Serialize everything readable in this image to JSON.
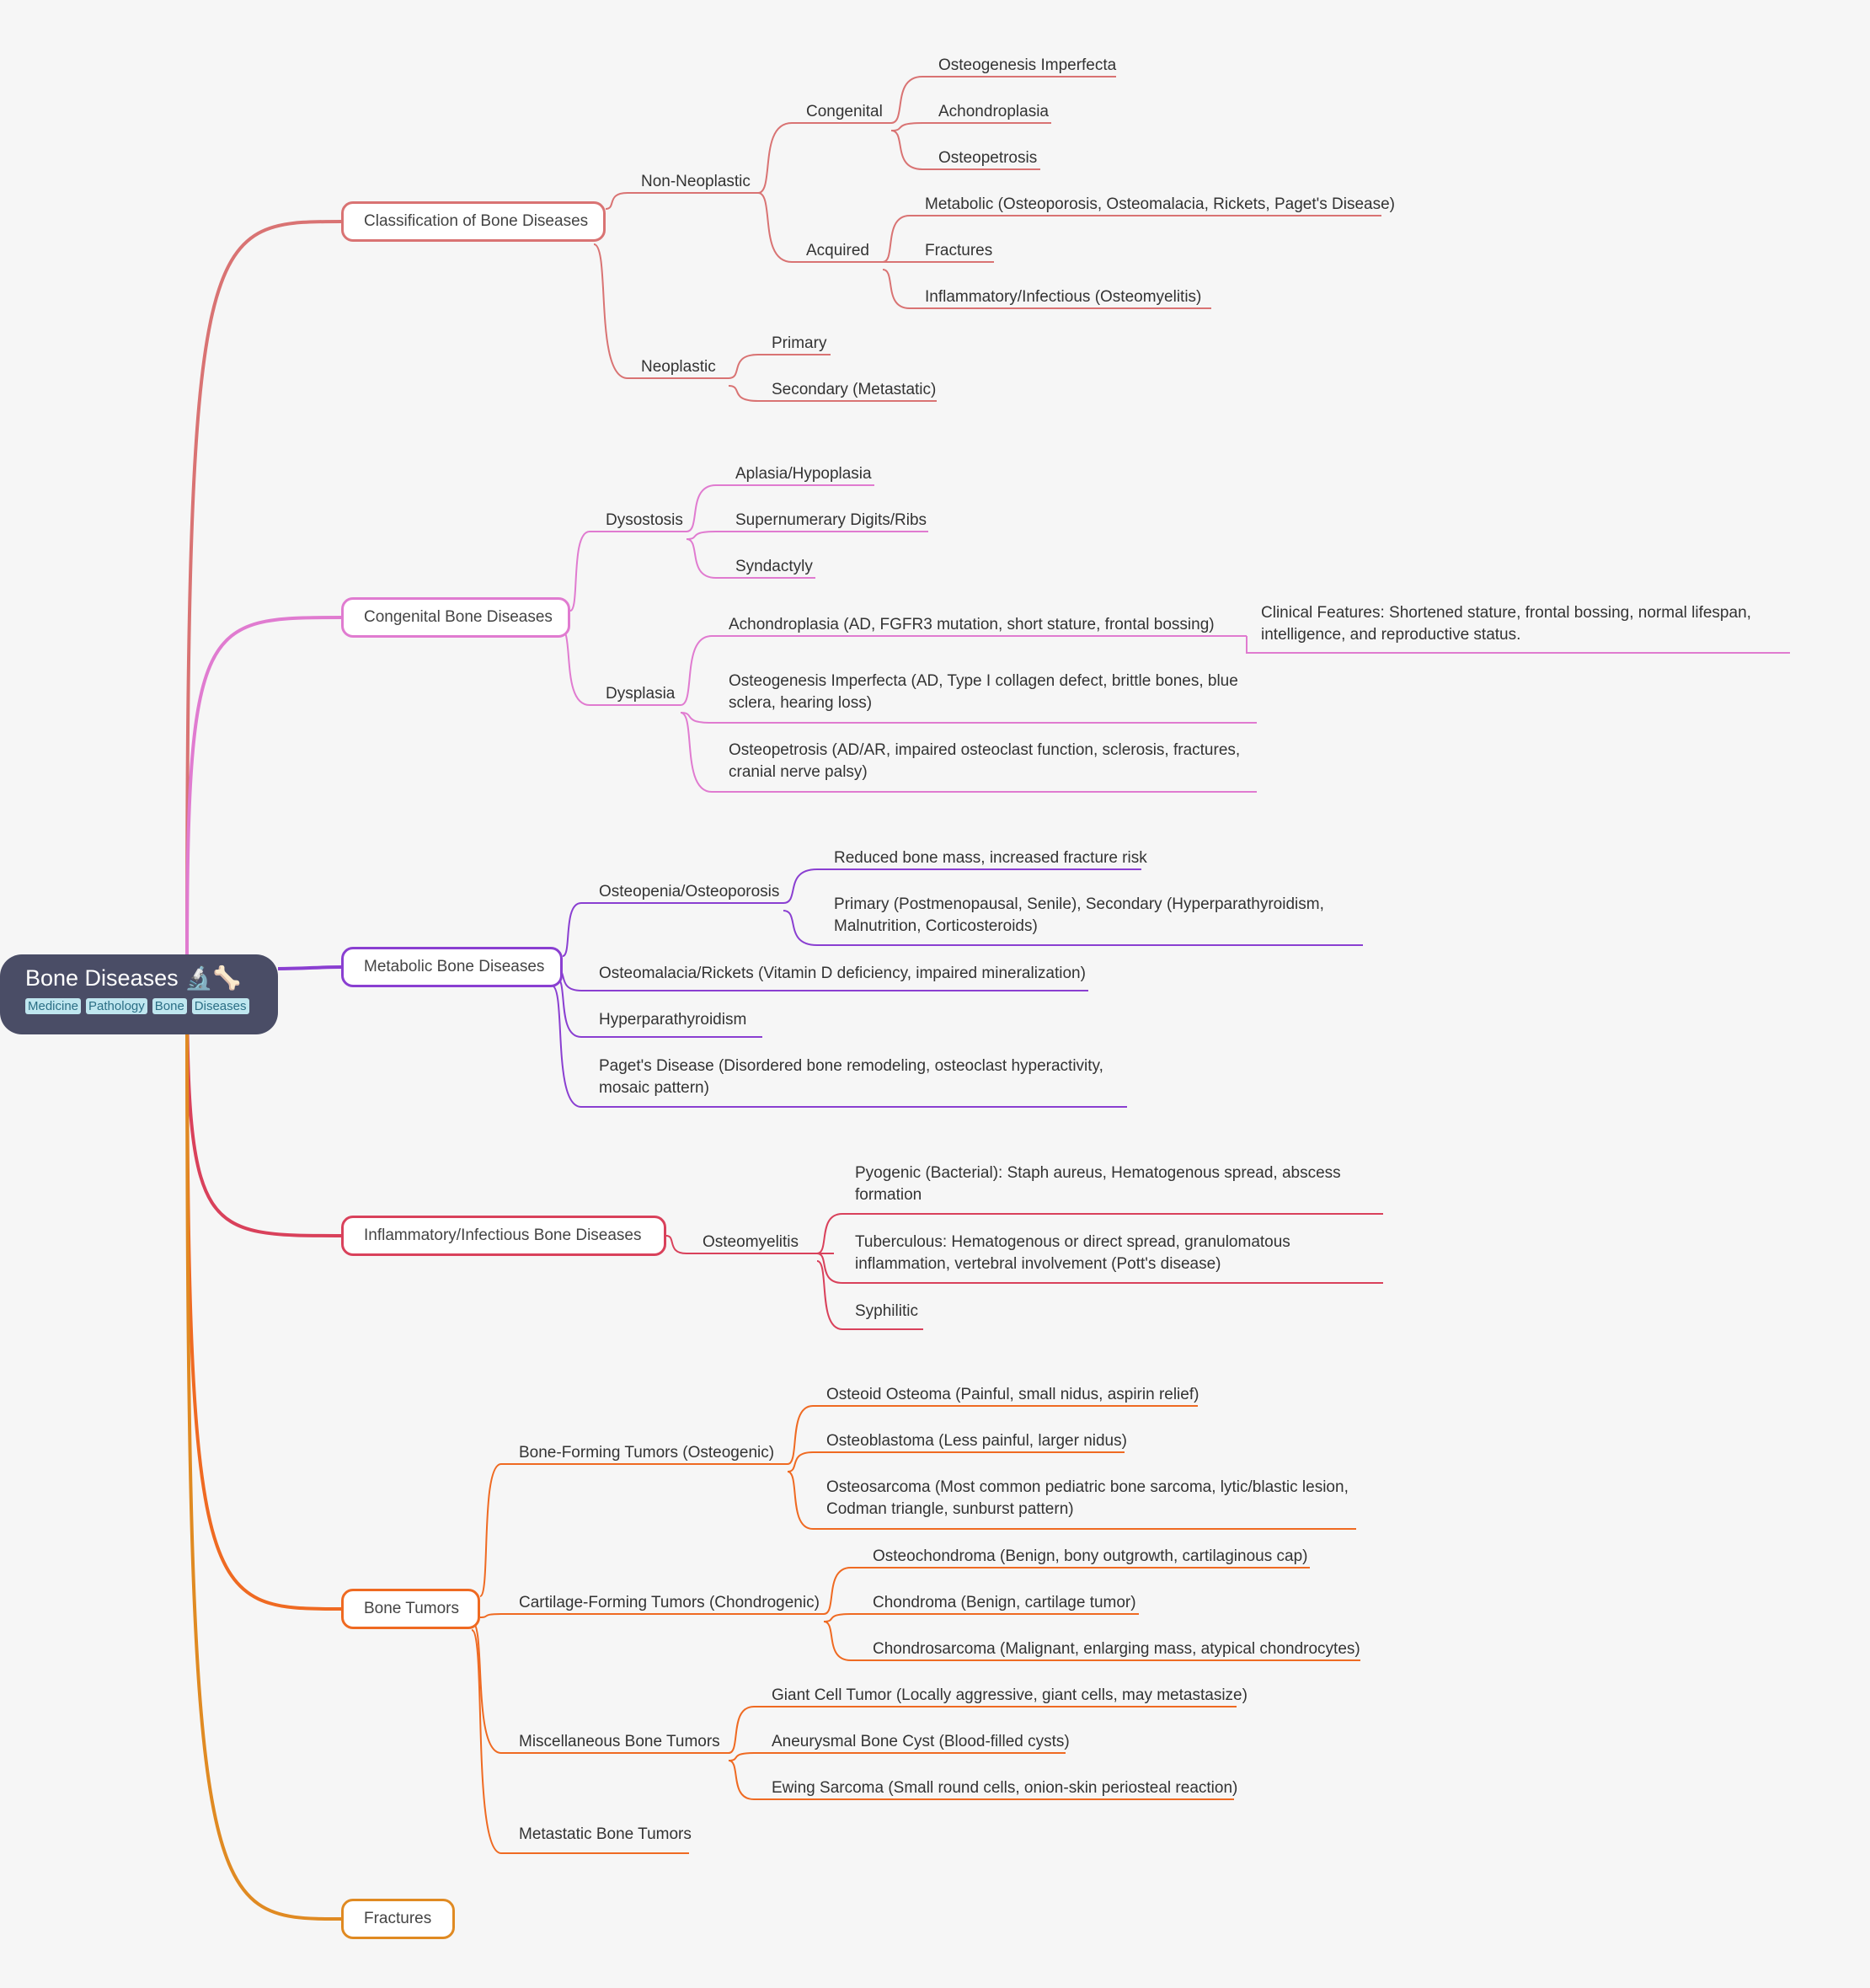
{
  "colors": {
    "background": "#f6f6f6",
    "root": "#4a4d66",
    "classification": "#d97373",
    "congenital": "#e07bd0",
    "metabolic": "#8a3fd1",
    "inflammatory": "#d9415b",
    "tumors": "#ef6a22",
    "fractures": "#e08a22"
  },
  "root": {
    "title": "Bone Diseases 🔬🦴",
    "tags": [
      "Medicine",
      "Pathology",
      "Bone",
      "Diseases"
    ]
  },
  "branches": [
    {
      "label": "Classification of Bone Diseases",
      "children": [
        {
          "label": "Non-Neoplastic",
          "children": [
            {
              "label": "Congenital",
              "children": [
                "Osteogenesis Imperfecta",
                "Achondroplasia",
                "Osteopetrosis"
              ]
            },
            {
              "label": "Acquired",
              "children": [
                "Metabolic (Osteoporosis, Osteomalacia, Rickets, Paget's Disease)",
                "Fractures",
                "Inflammatory/Infectious (Osteomyelitis)"
              ]
            }
          ]
        },
        {
          "label": "Neoplastic",
          "children": [
            "Primary",
            "Secondary (Metastatic)"
          ]
        }
      ]
    },
    {
      "label": "Congenital Bone Diseases",
      "children": [
        {
          "label": "Dysostosis",
          "children": [
            "Aplasia/Hypoplasia",
            "Supernumerary Digits/Ribs",
            "Syndactyly"
          ]
        },
        {
          "label": "Dysplasia",
          "children": [
            "Achondroplasia (AD, FGFR3 mutation, short stature, frontal bossing)",
            "Osteogenesis Imperfecta (AD, Type I collagen defect, brittle bones, blue sclera, hearing loss)",
            "Osteopetrosis (AD/AR, impaired osteoclast function, sclerosis, fractures, cranial nerve palsy)"
          ],
          "detail": "Clinical Features: Shortened stature, frontal bossing, normal lifespan, intelligence, and reproductive status."
        }
      ]
    },
    {
      "label": "Metabolic Bone Diseases",
      "children": [
        {
          "label": "Osteopenia/Osteoporosis",
          "children": [
            "Reduced bone mass, increased fracture risk",
            "Primary (Postmenopausal, Senile), Secondary (Hyperparathyroidism, Malnutrition, Corticosteroids)"
          ]
        },
        "Osteomalacia/Rickets (Vitamin D deficiency, impaired mineralization)",
        "Hyperparathyroidism",
        "Paget's Disease (Disordered bone remodeling, osteoclast hyperactivity, mosaic pattern)"
      ]
    },
    {
      "label": "Inflammatory/Infectious Bone Diseases",
      "children": [
        {
          "label": "Osteomyelitis",
          "children": [
            "Pyogenic (Bacterial): Staph aureus, Hematogenous spread, abscess formation",
            "Tuberculous: Hematogenous or direct spread, granulomatous inflammation, vertebral involvement (Pott's disease)",
            "Syphilitic"
          ]
        }
      ]
    },
    {
      "label": "Bone Tumors",
      "children": [
        {
          "label": "Bone-Forming Tumors (Osteogenic)",
          "children": [
            "Osteoid Osteoma (Painful, small nidus, aspirin relief)",
            "Osteoblastoma (Less painful, larger nidus)",
            "Osteosarcoma (Most common pediatric bone sarcoma, lytic/blastic lesion, Codman triangle, sunburst pattern)"
          ]
        },
        {
          "label": "Cartilage-Forming Tumors (Chondrogenic)",
          "children": [
            "Osteochondroma (Benign, bony outgrowth, cartilaginous cap)",
            "Chondroma (Benign, cartilage tumor)",
            "Chondrosarcoma (Malignant, enlarging mass, atypical chondrocytes)"
          ]
        },
        {
          "label": "Miscellaneous Bone Tumors",
          "children": [
            "Giant Cell Tumor (Locally aggressive, giant cells, may metastasize)",
            "Aneurysmal Bone Cyst (Blood-filled cysts)",
            "Ewing Sarcoma (Small round cells, onion-skin periosteal reaction)"
          ]
        },
        "Metastatic Bone Tumors"
      ]
    },
    {
      "label": "Fractures",
      "children": []
    }
  ]
}
